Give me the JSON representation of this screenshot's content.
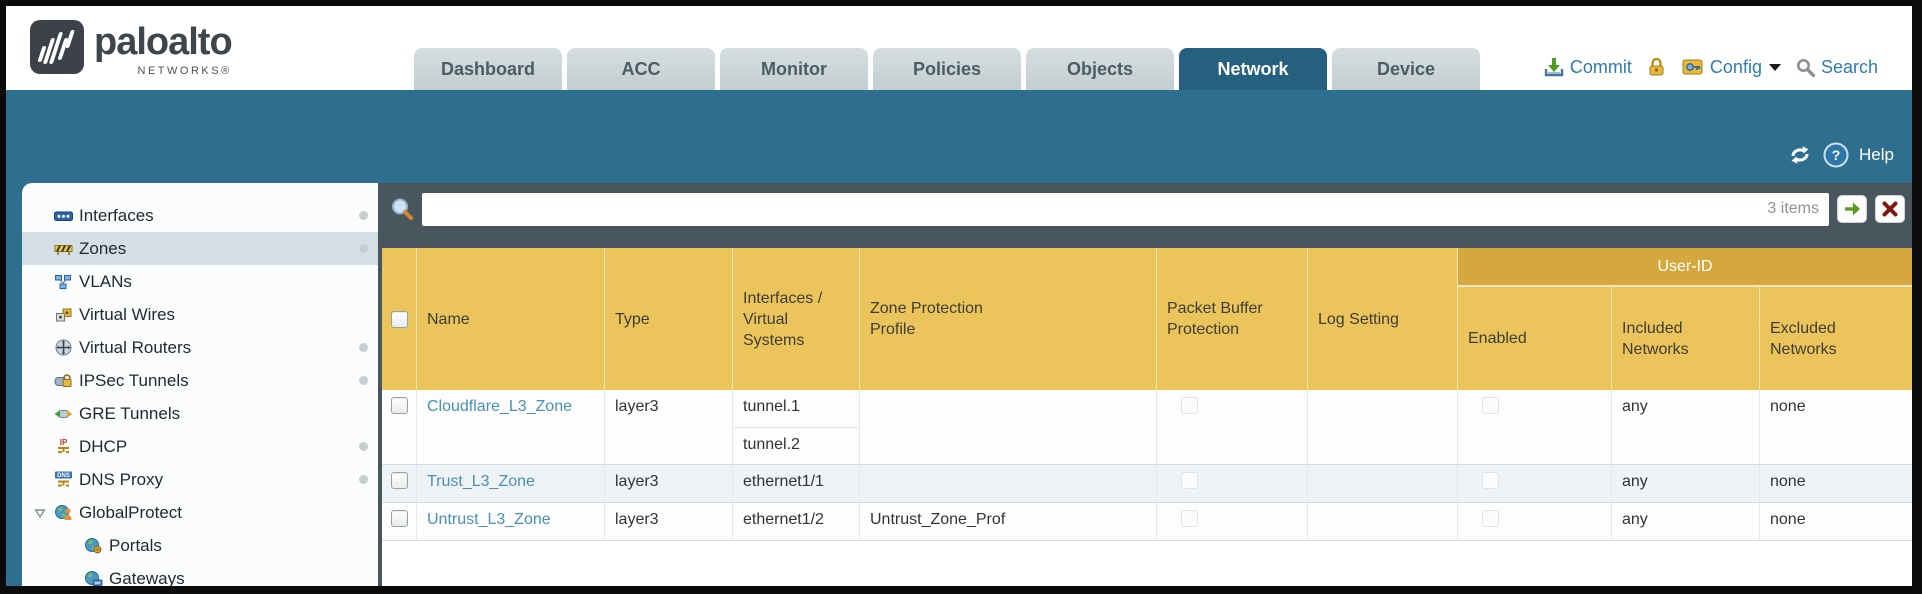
{
  "brand": {
    "logo_text": "paloalto",
    "logo_sub": "NETWORKS®"
  },
  "tabs": [
    {
      "label": "Dashboard",
      "active": false
    },
    {
      "label": "ACC",
      "active": false
    },
    {
      "label": "Monitor",
      "active": false
    },
    {
      "label": "Policies",
      "active": false
    },
    {
      "label": "Objects",
      "active": false
    },
    {
      "label": "Network",
      "active": true
    },
    {
      "label": "Device",
      "active": false
    }
  ],
  "top_actions": {
    "commit_label": "Commit",
    "config_label": "Config",
    "search_label": "Search"
  },
  "toolbar": {
    "help_label": "Help"
  },
  "sidebar": {
    "items": [
      {
        "label": "Interfaces",
        "icon": "interfaces-icon",
        "selected": false,
        "dot": true,
        "level": 0,
        "expander": false
      },
      {
        "label": "Zones",
        "icon": "zones-icon",
        "selected": true,
        "dot": true,
        "level": 0,
        "expander": false
      },
      {
        "label": "VLANs",
        "icon": "vlans-icon",
        "selected": false,
        "dot": false,
        "level": 0,
        "expander": false
      },
      {
        "label": "Virtual Wires",
        "icon": "virtual-wires-icon",
        "selected": false,
        "dot": false,
        "level": 0,
        "expander": false
      },
      {
        "label": "Virtual Routers",
        "icon": "virtual-routers-icon",
        "selected": false,
        "dot": true,
        "level": 0,
        "expander": false
      },
      {
        "label": "IPSec Tunnels",
        "icon": "ipsec-tunnels-icon",
        "selected": false,
        "dot": true,
        "level": 0,
        "expander": false
      },
      {
        "label": "GRE Tunnels",
        "icon": "gre-tunnels-icon",
        "selected": false,
        "dot": false,
        "level": 0,
        "expander": false
      },
      {
        "label": "DHCP",
        "icon": "dhcp-icon",
        "selected": false,
        "dot": true,
        "level": 0,
        "expander": false
      },
      {
        "label": "DNS Proxy",
        "icon": "dns-proxy-icon",
        "selected": false,
        "dot": true,
        "level": 0,
        "expander": false
      },
      {
        "label": "GlobalProtect",
        "icon": "globalprotect-icon",
        "selected": false,
        "dot": false,
        "level": 0,
        "expander": true
      },
      {
        "label": "Portals",
        "icon": "portals-icon",
        "selected": false,
        "dot": false,
        "level": 1,
        "expander": false
      },
      {
        "label": "Gateways",
        "icon": "gateways-icon",
        "selected": false,
        "dot": false,
        "level": 1,
        "expander": false
      }
    ]
  },
  "filter": {
    "value": "",
    "count_label": "3 items"
  },
  "table": {
    "group_header": "User-ID",
    "columns": [
      "Name",
      "Type",
      "Interfaces / Virtual Systems",
      "Zone Protection Profile",
      "Packet Buffer Protection",
      "Log Setting",
      "Enabled",
      "Included Networks",
      "Excluded Networks"
    ],
    "rows": [
      {
        "name": "Cloudflare_L3_Zone",
        "type": "layer3",
        "interfaces": [
          "tunnel.1",
          "tunnel.2"
        ],
        "zone_protection_profile": "",
        "log_setting": "",
        "included_networks": "any",
        "excluded_networks": "none"
      },
      {
        "name": "Trust_L3_Zone",
        "type": "layer3",
        "interfaces": [
          "ethernet1/1"
        ],
        "zone_protection_profile": "",
        "log_setting": "",
        "included_networks": "any",
        "excluded_networks": "none"
      },
      {
        "name": "Untrust_L3_Zone",
        "type": "layer3",
        "interfaces": [
          "ethernet1/2"
        ],
        "zone_protection_profile": "Untrust_Zone_Prof",
        "log_setting": "",
        "included_networks": "any",
        "excluded_networks": "none"
      }
    ]
  },
  "colors": {
    "teal_band": "#2e6e8e",
    "active_tab": "#25607f",
    "header_yellow": "#ecc45c",
    "userid_band": "#d5a73f",
    "link_blue": "#4a8fb4",
    "dark_slate": "#49565e"
  }
}
